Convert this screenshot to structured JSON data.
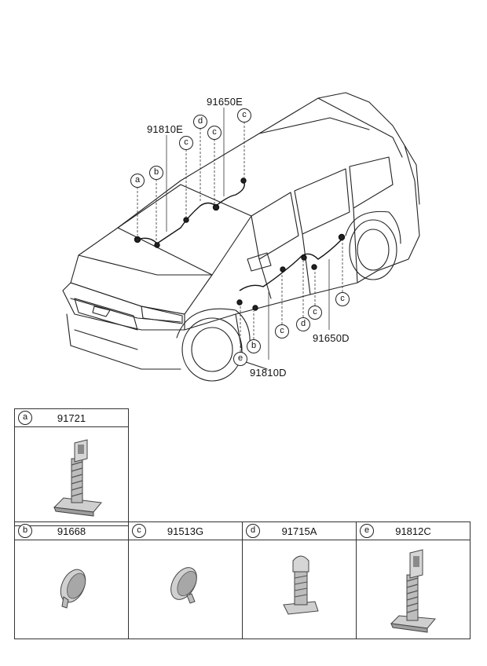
{
  "callouts": {
    "part_91650E": "91650E",
    "part_91810E": "91810E",
    "part_91650D": "91650D",
    "part_91810D": "91810D"
  },
  "markers": [
    "a",
    "b",
    "c",
    "d",
    "e"
  ],
  "parts_table": [
    {
      "letter": "a",
      "code": "91721",
      "icon": "t-bolt-clip-icon"
    },
    {
      "letter": "b",
      "code": "91668",
      "icon": "round-grommet-icon"
    },
    {
      "letter": "c",
      "code": "91513G",
      "icon": "round-grommet-icon"
    },
    {
      "letter": "d",
      "code": "91715A",
      "icon": "push-pin-clip-icon"
    },
    {
      "letter": "e",
      "code": "91812C",
      "icon": "t-bolt-clip-icon"
    }
  ],
  "colors": {
    "line": "#222222",
    "part_fill": "#d9d9d9",
    "part_shade": "#a8a8a8"
  }
}
